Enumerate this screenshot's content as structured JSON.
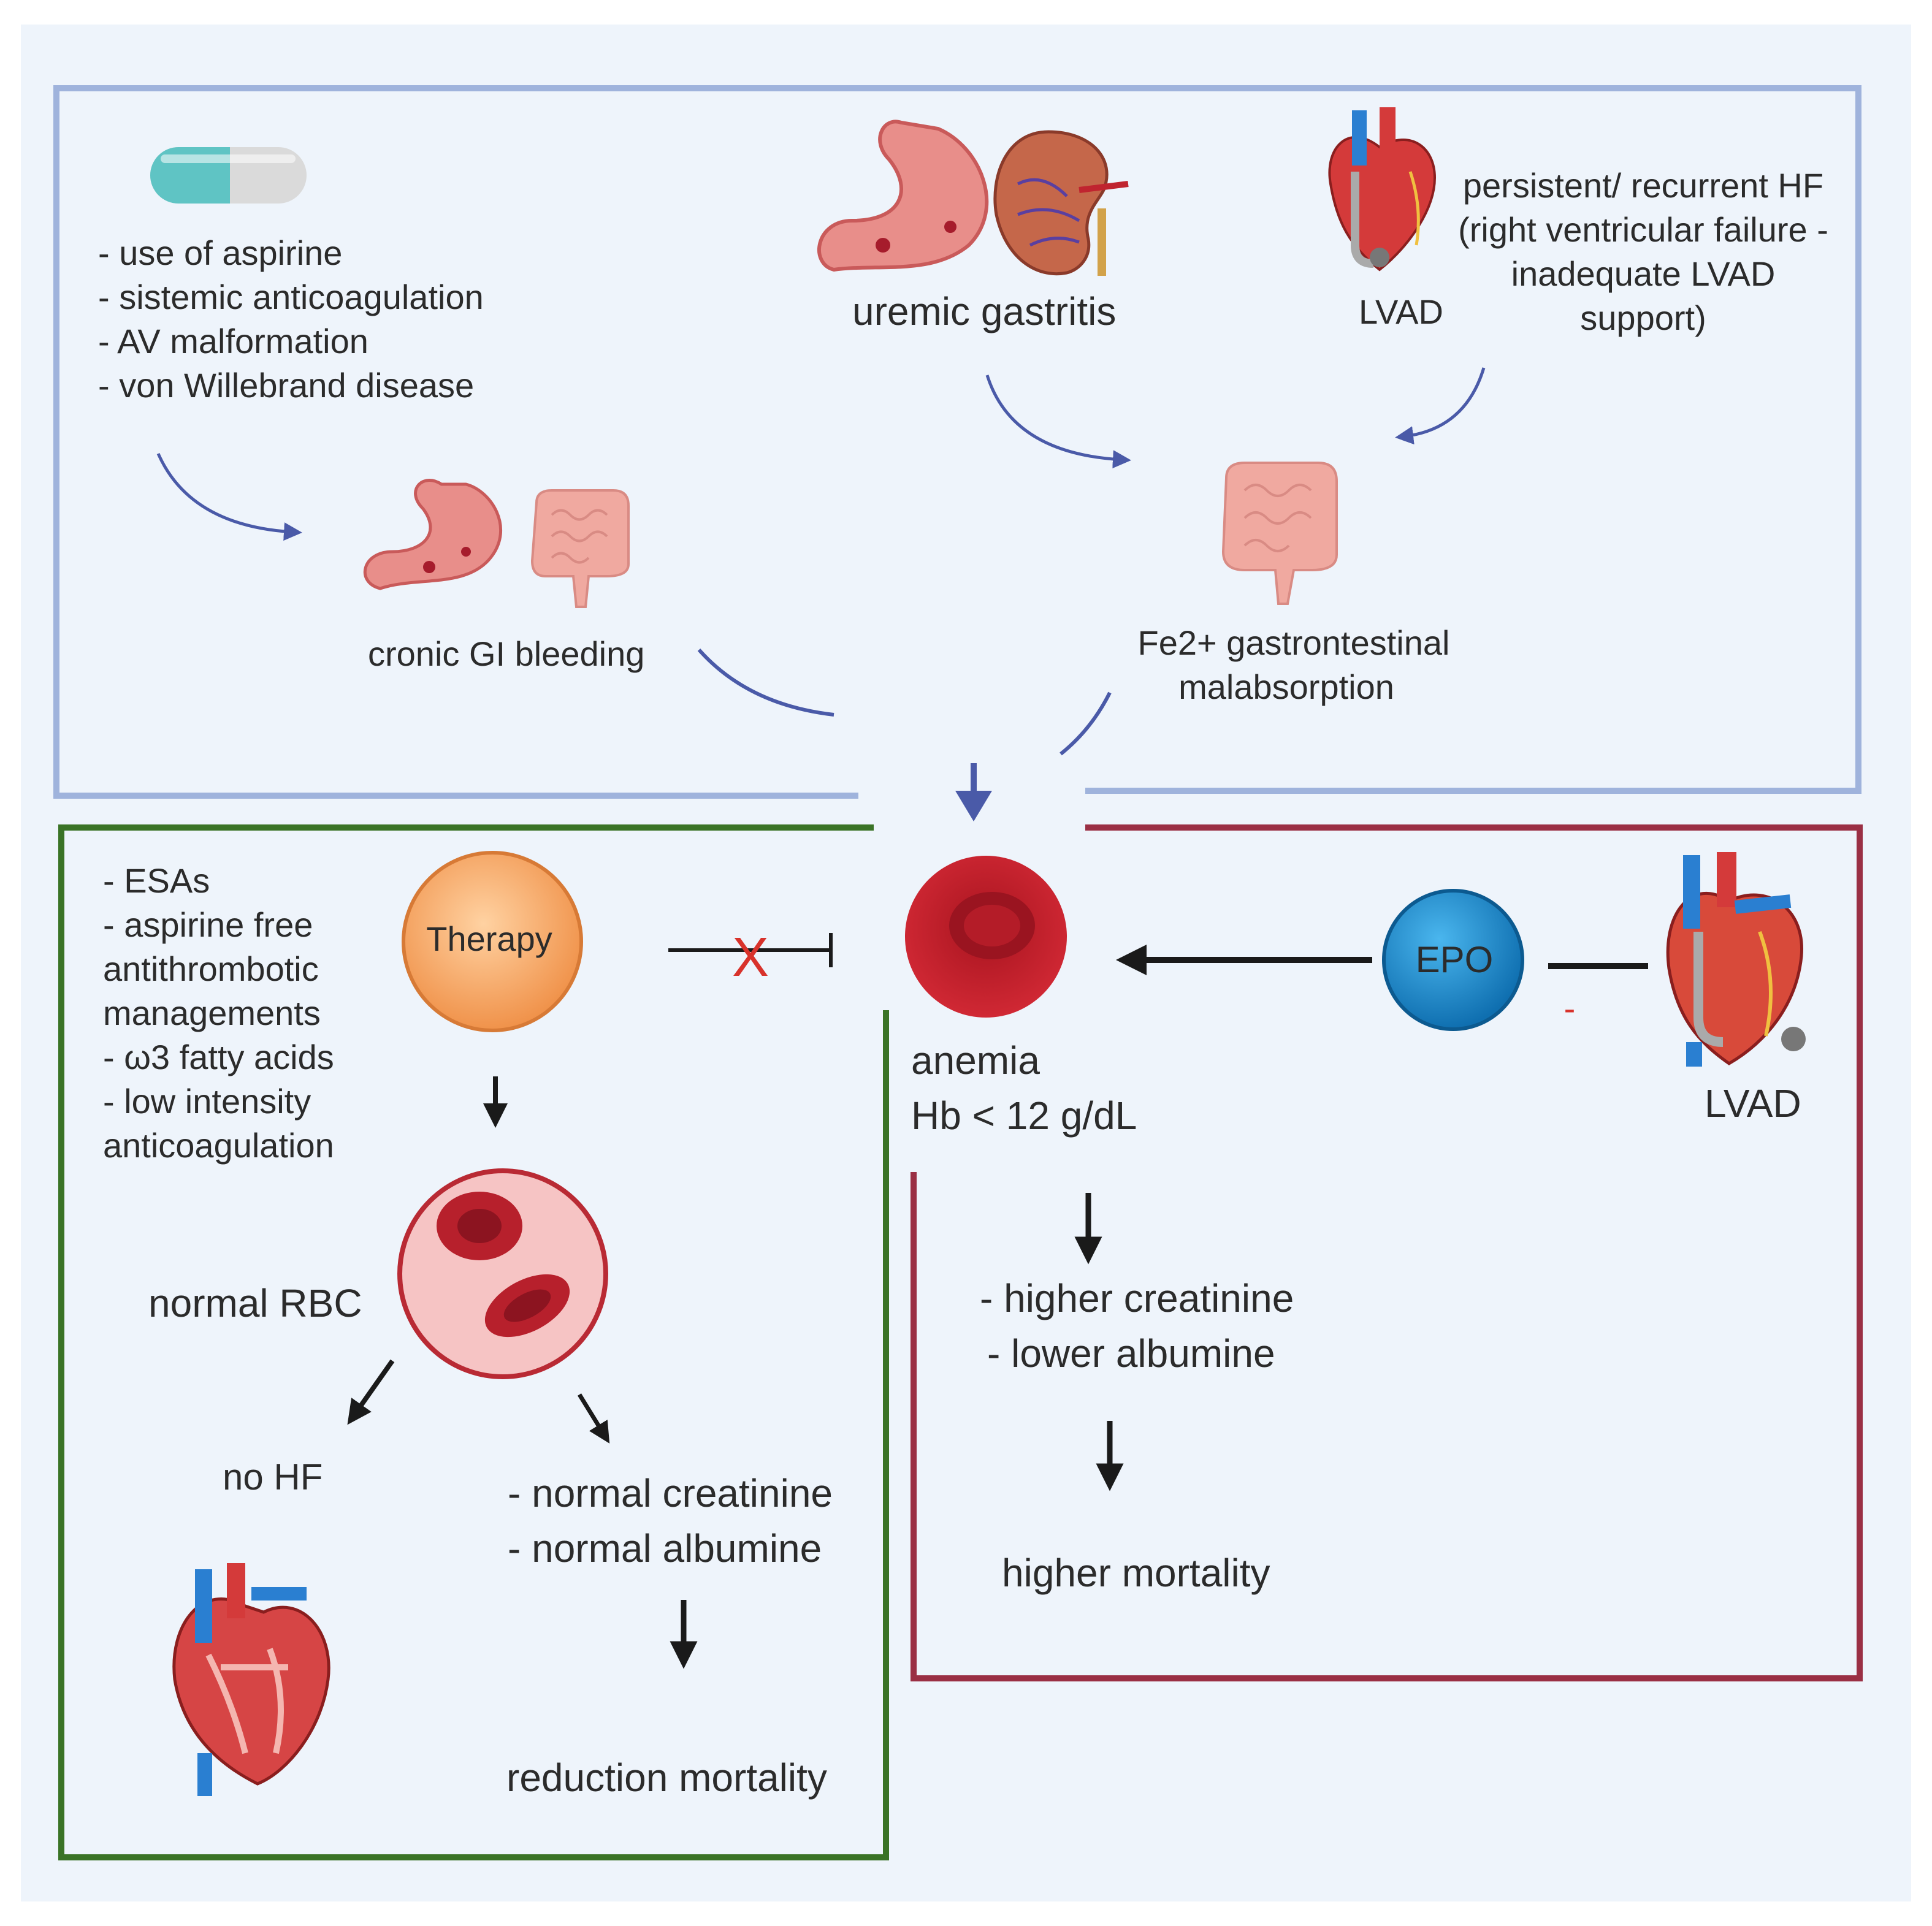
{
  "causes": {
    "list": [
      "- use of aspirine",
      "- sistemic anticoagulation",
      "- AV malformation",
      "- von Willebrand disease"
    ],
    "cronic_gi_bleeding": "cronic GI bleeding",
    "uremic_gastritis": "uremic gastritis",
    "lvad_top": "LVAD",
    "persistent_hf": [
      "persistent/ recurrent HF",
      "(right ventricular failure -",
      "inadequate LVAD",
      "support)"
    ],
    "malabsorption": [
      "Fe2+ gastrontestinal",
      "malabsorption"
    ]
  },
  "therapy": {
    "label": "Therapy",
    "list": [
      "- ESAs",
      "- aspirine free",
      "antithrombotic",
      "managements",
      "- ω3 fatty acids",
      "- low intensity",
      "anticoagulation"
    ],
    "inhibit_mark": "X",
    "normal_rbc": "normal RBC",
    "no_hf": "no HF",
    "normal_labs": [
      "- normal creatinine",
      "- normal albumine"
    ],
    "outcome": "reduction mortality"
  },
  "anemia": {
    "label": "anemia",
    "threshold": "Hb < 12 g/dL",
    "epo": "EPO",
    "minus": "-",
    "lvad_right": "LVAD",
    "labs": [
      "- higher creatinine",
      "- lower albumine"
    ],
    "outcome": "higher mortality"
  },
  "colors": {
    "background": "#eef4fb",
    "blue_frame": "#9fb3dc",
    "green_frame": "#3a7326",
    "red_frame": "#9a2f44",
    "curve_arrow": "#4a5aa8",
    "rbc": "#c0242f",
    "epo": "#1f8fd0",
    "therapy": "#f5a460",
    "inhibit_x": "#d8322b"
  }
}
